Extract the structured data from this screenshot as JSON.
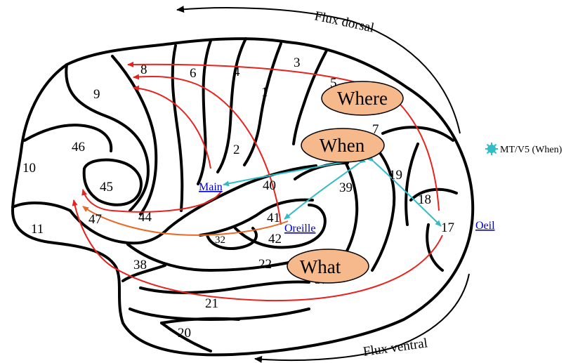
{
  "flux": {
    "dorsal": "Flux dorsal",
    "ventral": "Flux ventral"
  },
  "streams": {
    "where": "Where",
    "when": "When",
    "what": "What"
  },
  "links": {
    "main": "Main",
    "oreille": "Oreille",
    "oeil": "Oeil"
  },
  "legend": {
    "label": "MT/V5 (When)"
  },
  "areas": {
    "a1": "1",
    "a2": "2",
    "a3": "3",
    "a4": "4",
    "a5": "5",
    "a6": "6",
    "a7": "7",
    "a8": "8",
    "a9": "9",
    "a10": "10",
    "a11": "11",
    "a17": "17",
    "a18": "18",
    "a19": "19",
    "a20": "20",
    "a21": "21",
    "a22": "22",
    "a32": "32",
    "a37": "37",
    "a38": "38",
    "a39": "39",
    "a40": "40",
    "a41": "41",
    "a42": "42",
    "a44": "44",
    "a45": "45",
    "a46": "46",
    "a47": "47"
  },
  "colors": {
    "red_pathway": "#e8231e",
    "cyan_pathway": "#33bcc6",
    "orange_pathway": "#e86a24",
    "oval_fill": "#f6b98b",
    "link": "#0000cc"
  }
}
